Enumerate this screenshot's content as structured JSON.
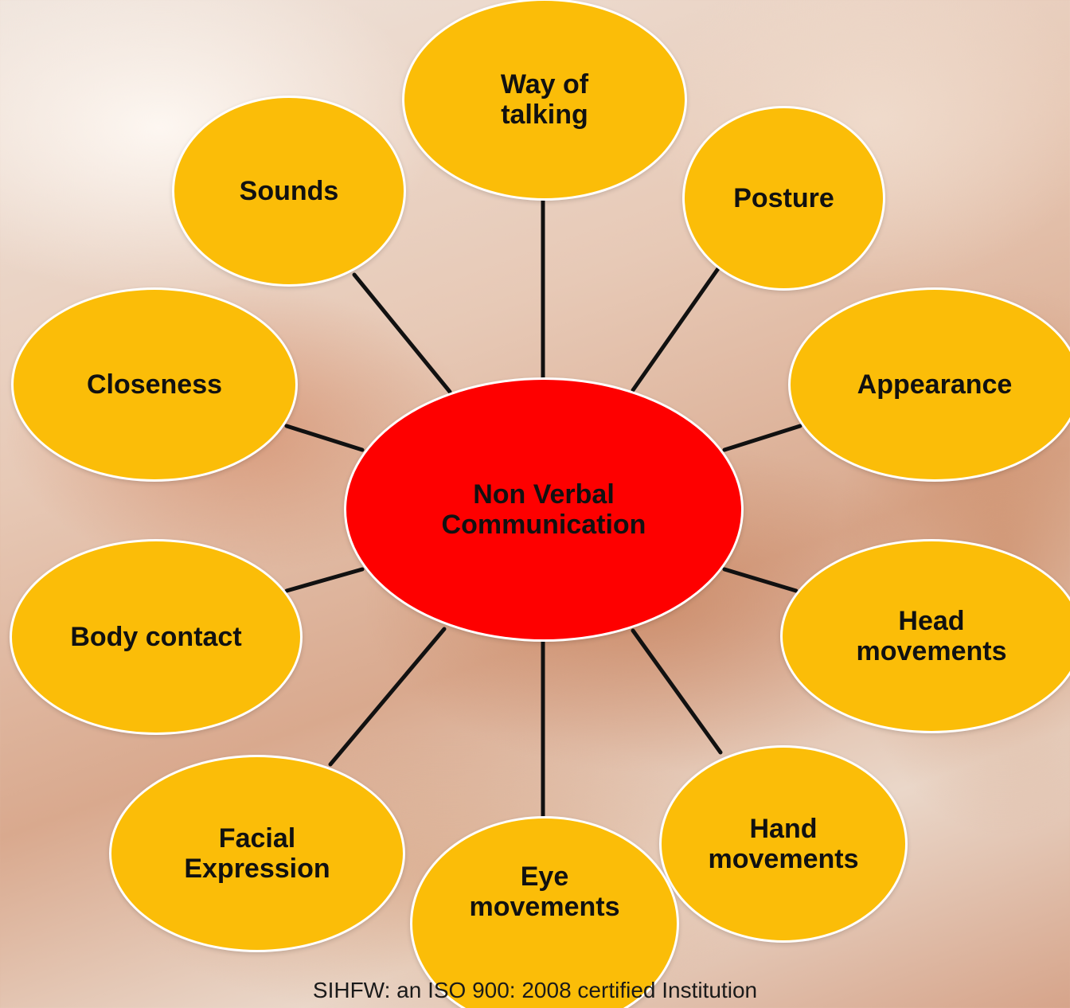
{
  "diagram": {
    "center": {
      "label": "Non Verbal\nCommunication",
      "color": "#fe0000"
    },
    "node_color": "#fbbd08",
    "nodes": [
      {
        "id": "way-of-talking",
        "label": "Way of\ntalking"
      },
      {
        "id": "posture",
        "label": "Posture"
      },
      {
        "id": "appearance",
        "label": "Appearance"
      },
      {
        "id": "head-movements",
        "label": "Head\nmovements"
      },
      {
        "id": "hand-movements",
        "label": "Hand\nmovements"
      },
      {
        "id": "eye-movements",
        "label": "Eye\nmovements"
      },
      {
        "id": "facial-expression",
        "label": "Facial\nExpression"
      },
      {
        "id": "body-contact",
        "label": "Body contact"
      },
      {
        "id": "closeness",
        "label": "Closeness"
      },
      {
        "id": "sounds",
        "label": "Sounds"
      }
    ]
  },
  "footer": {
    "text": "SIHFW: an ISO 900: 2008 certified Institution"
  }
}
